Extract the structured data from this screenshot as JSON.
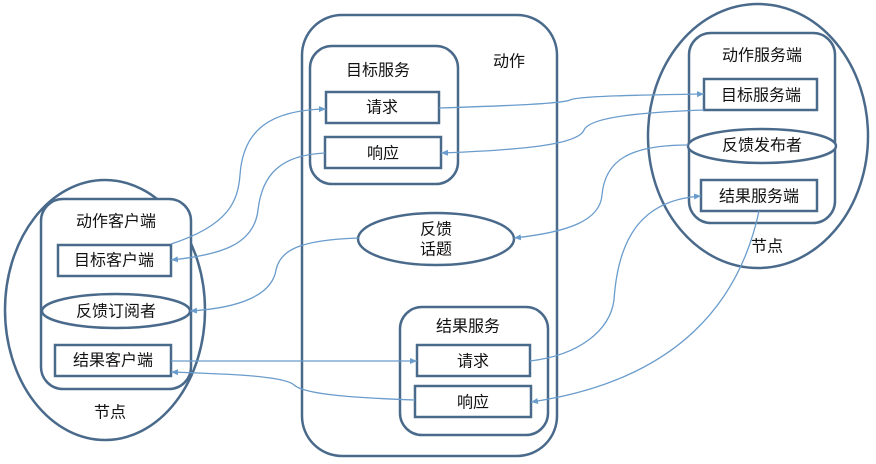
{
  "diagram": {
    "action": {
      "title": "动作",
      "goal_service": {
        "title": "目标服务",
        "request": "请求",
        "response": "响应"
      },
      "feedback_topic": {
        "line1": "反馈",
        "line2": "话题"
      },
      "result_service": {
        "title": "结果服务",
        "request": "请求",
        "response": "响应"
      }
    },
    "client_node": {
      "label": "节点",
      "action_client": {
        "title": "动作客户端",
        "goal_client": "目标客户端",
        "feedback_subscriber": "反馈订阅者",
        "result_client": "结果客户端"
      }
    },
    "server_node": {
      "label": "节点",
      "action_server": {
        "title": "动作服务端",
        "goal_server": "目标服务端",
        "feedback_publisher": "反馈发布者",
        "result_server": "结果服务端"
      }
    },
    "colors": {
      "stroke": "#4a6a8c",
      "connector": "#6a9ccc"
    }
  }
}
